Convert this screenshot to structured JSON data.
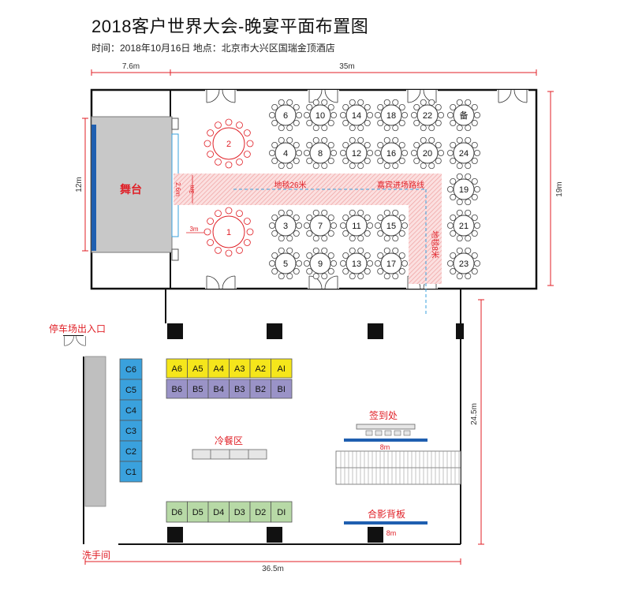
{
  "title": "2018客户世界大会-晚宴平面布置图",
  "subtitle": "时间：2018年10月16日   地点：北京市大兴区国瑞金顶酒店",
  "colors": {
    "red": "#e01f26",
    "blue": "#1f5fb0",
    "yellow": "#f5e61b",
    "purple": "#9a93c7",
    "cyan": "#3aa1dd",
    "green": "#b7d9a6",
    "gray": "#bfbfbf",
    "hatch": "#f3c1c1"
  },
  "dims": {
    "top_left": "7.6m",
    "top_main": "35m",
    "left": "12m",
    "right": "19m",
    "right_lower": "24.5m",
    "bottom": "36.5m",
    "stage_gap_1": "2.6m",
    "stage_gap_2": "3m",
    "table1_gap": "3m",
    "signin_width": "8m",
    "photo_width": "8m"
  },
  "labels": {
    "stage": "舞台",
    "carpet": "地毯26米",
    "vip_route": "嘉宾进场路线",
    "carpet_vertical": "地毯8米",
    "parking_entry": "停车场出入口",
    "restroom": "洗手间",
    "cold_food": "冷餐区",
    "signin": "签到处",
    "photo_wall": "合影背板"
  },
  "tables": [
    {
      "label": "6"
    },
    {
      "label": "10"
    },
    {
      "label": "14"
    },
    {
      "label": "18"
    },
    {
      "label": "22"
    },
    {
      "label": "备"
    },
    {
      "label": "4"
    },
    {
      "label": "8"
    },
    {
      "label": "12"
    },
    {
      "label": "16"
    },
    {
      "label": "20"
    },
    {
      "label": "24"
    },
    {
      "label": "19"
    },
    {
      "label": "3"
    },
    {
      "label": "7"
    },
    {
      "label": "11"
    },
    {
      "label": "15"
    },
    {
      "label": "21"
    },
    {
      "label": "5"
    },
    {
      "label": "9"
    },
    {
      "label": "13"
    },
    {
      "label": "17"
    },
    {
      "label": "23"
    },
    {
      "label": "2"
    },
    {
      "label": "1"
    }
  ],
  "booths_a": [
    "A6",
    "A5",
    "A4",
    "A3",
    "A2",
    "AI"
  ],
  "booths_b": [
    "B6",
    "B5",
    "B4",
    "B3",
    "B2",
    "BI"
  ],
  "booths_c": [
    "C6",
    "C5",
    "C4",
    "C3",
    "C2",
    "C1"
  ],
  "booths_d": [
    "D6",
    "D5",
    "D4",
    "D3",
    "D2",
    "DI"
  ]
}
